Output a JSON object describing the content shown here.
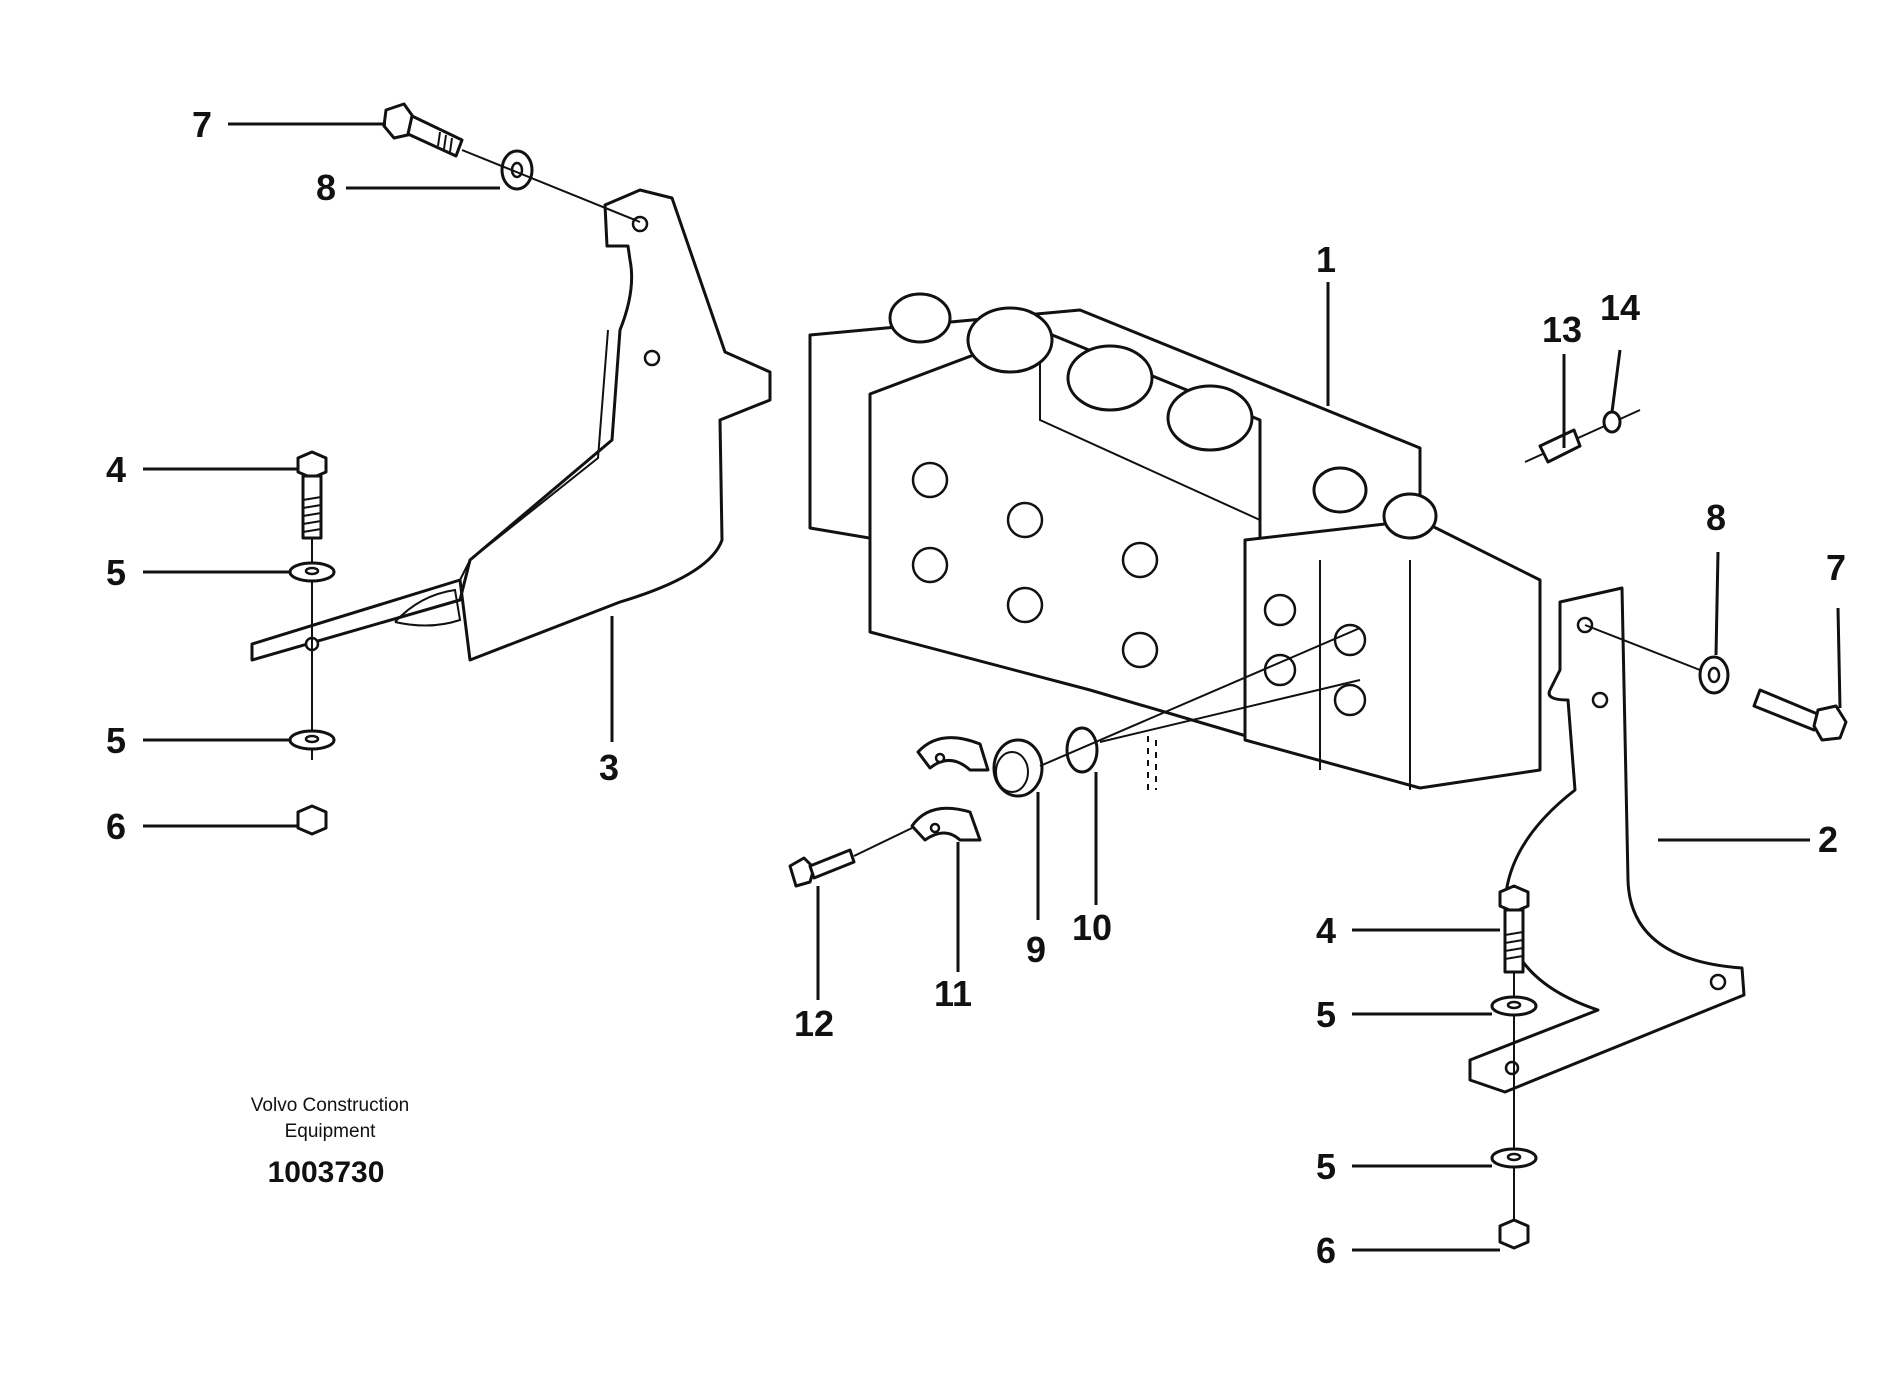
{
  "credit": {
    "line1": "Volvo Construction",
    "line2": "Equipment",
    "part_number": "1003730"
  },
  "callouts": [
    {
      "id": "c7a",
      "label": "7"
    },
    {
      "id": "c8a",
      "label": "8"
    },
    {
      "id": "c4a",
      "label": "4"
    },
    {
      "id": "c5a",
      "label": "5"
    },
    {
      "id": "c5b",
      "label": "5"
    },
    {
      "id": "c6a",
      "label": "6"
    },
    {
      "id": "c3",
      "label": "3"
    },
    {
      "id": "c1",
      "label": "1"
    },
    {
      "id": "c13",
      "label": "13"
    },
    {
      "id": "c14",
      "label": "14"
    },
    {
      "id": "c8b",
      "label": "8"
    },
    {
      "id": "c7b",
      "label": "7"
    },
    {
      "id": "c2",
      "label": "2"
    },
    {
      "id": "c4b",
      "label": "4"
    },
    {
      "id": "c5c",
      "label": "5"
    },
    {
      "id": "c5d",
      "label": "5"
    },
    {
      "id": "c6b",
      "label": "6"
    },
    {
      "id": "c9",
      "label": "9"
    },
    {
      "id": "c10",
      "label": "10"
    },
    {
      "id": "c11",
      "label": "11"
    },
    {
      "id": "c12",
      "label": "12"
    }
  ]
}
